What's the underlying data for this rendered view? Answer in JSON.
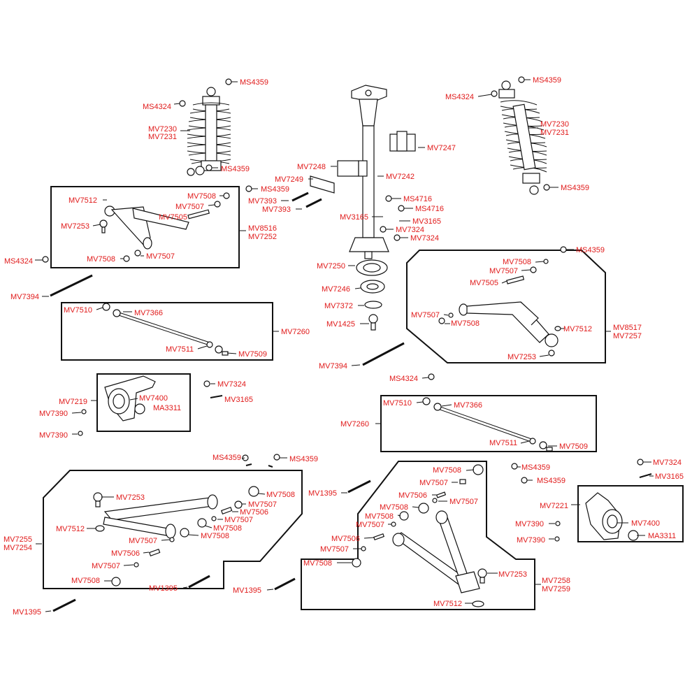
{
  "colors": {
    "label": "#e01a1a",
    "line": "#111111",
    "background": "#ffffff"
  },
  "labels": {
    "ms4359_a": "MS4359",
    "ms4324_a": "MS4324",
    "mv7230_a": "MV7230",
    "mv7231_a": "MV7231",
    "ms4359_b": "MS4359",
    "mv7512_a": "MV7512",
    "mv7508_a": "MV7508",
    "mv7507_a": "MV7507",
    "mv7505_a": "MV7505",
    "mv7253_a": "MV7253",
    "mv8516": "MV8516",
    "mv7252": "MV7252",
    "mv7508_b": "MV7508",
    "mv7507_b": "MV7507",
    "ms4324_b": "MS4324",
    "mv7394_a": "MV7394",
    "mv7510_a": "MV7510",
    "mv7366_a": "MV7366",
    "mv7260_a": "MV7260",
    "mv7511_a": "MV7511",
    "mv7509_a": "MV7509",
    "mv7219": "MV7219",
    "mv7400_a": "MV7400",
    "ma3311_a": "MA3311",
    "mv7390_a": "MV7390",
    "mv7390_b": "MV7390",
    "mv7324_a": "MV7324",
    "mv3165_a": "MV3165",
    "mv7248": "MV7248",
    "mv7249": "MV7249",
    "ms4359_c": "MS4359",
    "mv7393_a": "MV7393",
    "mv7393_b": "MV7393",
    "mv7242": "MV7242",
    "mv7247": "MV7247",
    "ms4716_a": "MS4716",
    "ms4716_b": "MS4716",
    "mv3165_b": "MV3165",
    "mv3165_c": "MV3165",
    "mv7324_b": "MV7324",
    "mv7324_c": "MV7324",
    "mv7250": "MV7250",
    "mv7246": "MV7246",
    "mv7372": "MV7372",
    "mv1425": "MV1425",
    "ms4359_d": "MS4359",
    "ms4324_c": "MS4324",
    "mv7230_b": "MV7230",
    "mv7231_b": "MV7231",
    "ms4359_e": "MS4359",
    "ms4359_f": "MS4359",
    "mv7508_c": "MV7508",
    "mv7507_c": "MV7507",
    "mv7505_b": "MV7505",
    "mv7507_d": "MV7507",
    "mv7508_d": "MV7508",
    "mv7512_b": "MV7512",
    "mv8517": "MV8517",
    "mv7257": "MV7257",
    "mv7253_b": "MV7253",
    "mv7394_b": "MV7394",
    "ms4324_d": "MS4324",
    "mv7510_b": "MV7510",
    "mv7366_b": "MV7366",
    "mv7260_b": "MV7260",
    "mv7511_b": "MV7511",
    "mv7509_b": "MV7509",
    "ms4359_g": "MS4359",
    "ms4359_h": "MS4359",
    "mv7253_c": "MV7253",
    "mv7512_c": "MV7512",
    "mv7255": "MV7255",
    "mv7254": "MV7254",
    "mv7507_e": "MV7507",
    "mv7506_a": "MV7506",
    "mv7507_f": "MV7507",
    "mv7508_e": "MV7508",
    "mv7508_f": "MV7508",
    "mv7507_g": "MV7507",
    "mv7506_b": "MV7506",
    "mv7507_h": "MV7507",
    "mv7508_g": "MV7508",
    "mv7508_h": "MV7508",
    "mv1395_a": "MV1395",
    "mv1395_b": "MV1395",
    "mv1395_c": "MV1395",
    "mv1395_d": "MV1395",
    "mv7508_i": "MV7508",
    "mv7507_i": "MV7507",
    "mv7506_c": "MV7506",
    "mv7507_j": "MV7507",
    "mv7508_j": "MV7508",
    "mv7508_k": "MV7508",
    "mv7507_k": "MV7507",
    "mv7506_d": "MV7506",
    "mv7507_l": "MV7507",
    "mv7508_l": "MV7508",
    "mv7253_d": "MV7253",
    "mv7258": "MV7258",
    "mv7259": "MV7259",
    "mv7512_d": "MV7512",
    "ms4359_i": "MS4359",
    "ms4359_j": "MS4359",
    "mv7324_d": "MV7324",
    "mv3165_d": "MV3165",
    "mv7221": "MV7221",
    "mv7400_b": "MV7400",
    "ma3311_b": "MA3311",
    "mv7390_c": "MV7390",
    "mv7390_d": "MV7390"
  }
}
